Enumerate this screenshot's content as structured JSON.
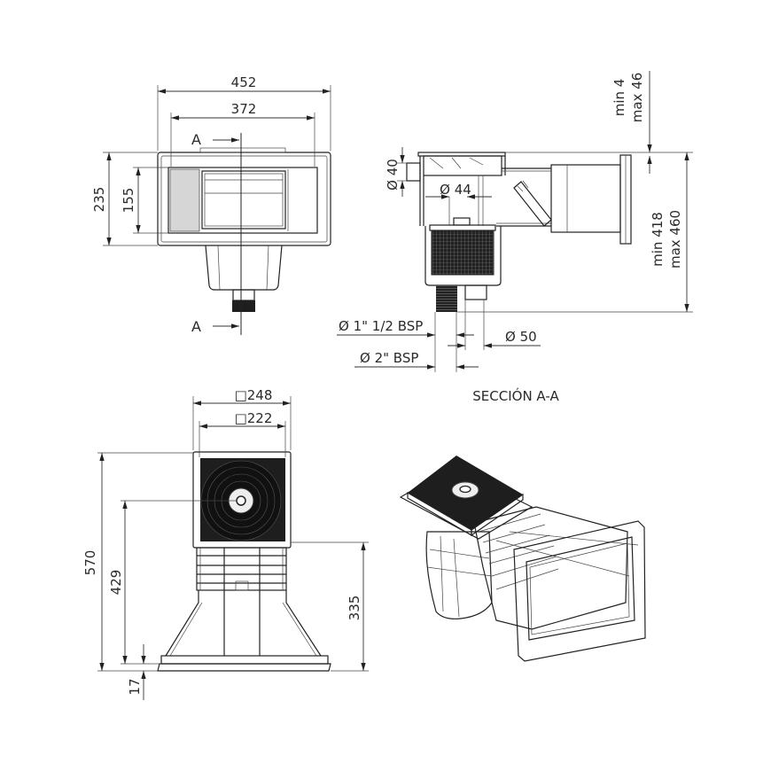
{
  "front_view": {
    "dim_width_outer": "452",
    "dim_width_inner": "372",
    "dim_height_outer": "235",
    "dim_height_inner": "155",
    "section_marker_top": "A",
    "section_marker_bottom": "A"
  },
  "section_view": {
    "dim_side_inlet": "Ø 40",
    "dim_inner": "Ø 44",
    "dim_top_min": "min 4",
    "dim_top_max": "max 46",
    "dim_height_min": "min 418",
    "dim_height_max": "max 460",
    "dim_outlet_thread_1": "Ø 1\" 1/2 BSP",
    "dim_outlet_50": "Ø 50",
    "dim_outlet_thread_2": "Ø 2\" BSP",
    "caption": "SECCIÓN A-A"
  },
  "top_view": {
    "dim_lid_outer": "□248",
    "dim_lid_inner": "□222",
    "dim_total_height": "570",
    "dim_axis_height": "429",
    "dim_body_height": "335",
    "dim_base": "17"
  },
  "colors": {
    "line": "#222222",
    "fill_dark": "#1e1e1e",
    "fill_gray": "#d6d6d6"
  }
}
